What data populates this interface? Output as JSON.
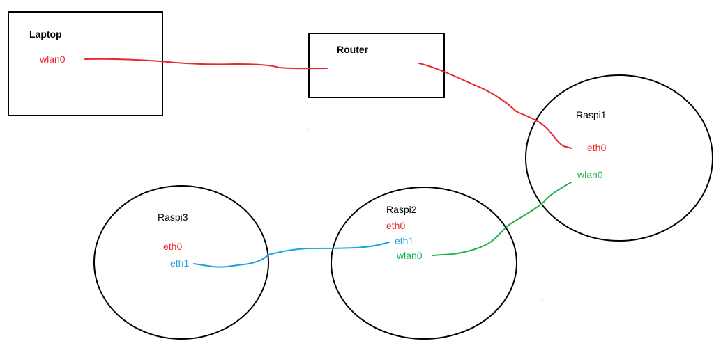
{
  "colors": {
    "red": "#e8282f",
    "blue": "#1aa3dd",
    "green": "#22b14c",
    "outline": "#000000"
  },
  "nodes": {
    "laptop": {
      "title": "Laptop",
      "wlan0": "wlan0"
    },
    "router": {
      "title": "Router"
    },
    "raspi1": {
      "title": "Raspi1",
      "eth0": "eth0",
      "wlan0": "wlan0"
    },
    "raspi2": {
      "title": "Raspi2",
      "eth0": "eth0",
      "eth1": "eth1",
      "wlan0": "wlan0"
    },
    "raspi3": {
      "title": "Raspi3",
      "eth0": "eth0",
      "eth1": "eth1"
    }
  },
  "links": [
    {
      "from": "Laptop wlan0",
      "to": "Router",
      "color": "red"
    },
    {
      "from": "Router",
      "to": "Raspi1 eth0",
      "color": "red"
    },
    {
      "from": "Raspi1 wlan0",
      "to": "Raspi2 wlan0",
      "color": "green"
    },
    {
      "from": "Raspi2 eth1",
      "to": "Raspi3 eth1",
      "color": "blue"
    }
  ]
}
